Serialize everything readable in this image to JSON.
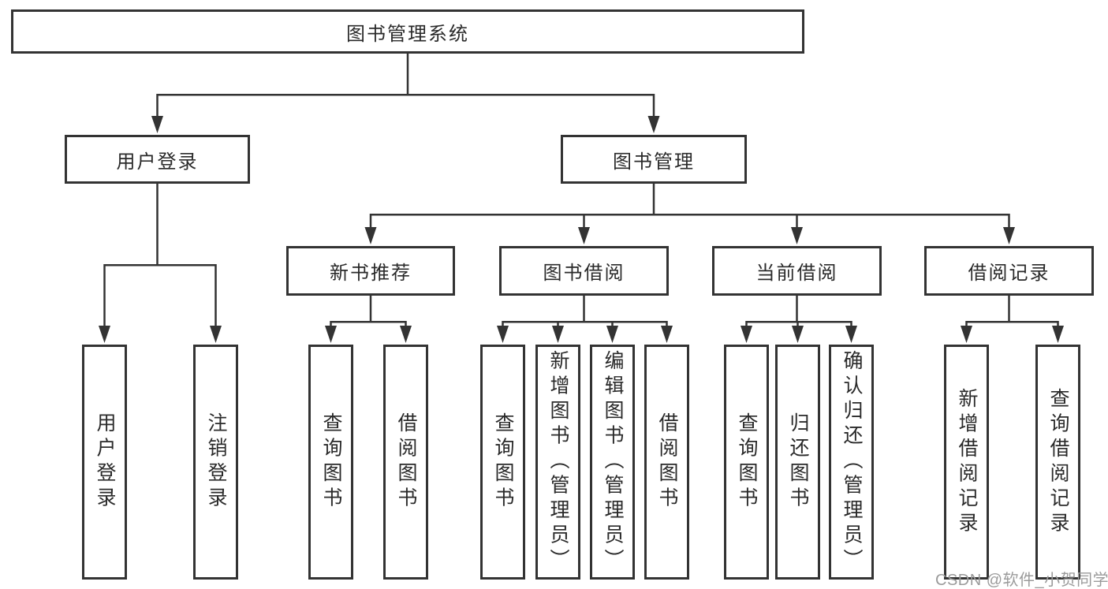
{
  "diagram": {
    "title": "图书管理系统",
    "colors": {
      "line": "#333333",
      "box_border": "#333333",
      "box_background": "#ffffff",
      "text": "#2a2a2a",
      "watermark_text": "#9b9b9b"
    },
    "nodes": {
      "root": {
        "label": "图书管理系统"
      },
      "user_login": {
        "label": "用户登录"
      },
      "book_mgmt": {
        "label": "图书管理"
      },
      "new_books": {
        "label": "新书推荐"
      },
      "book_borrow": {
        "label": "图书借阅"
      },
      "current_borrow": {
        "label": "当前借阅"
      },
      "borrow_records": {
        "label": "借阅记录"
      },
      "leaf_user_login": {
        "label": "用户登录"
      },
      "leaf_logout": {
        "label": "注销登录"
      },
      "leaf_query_books_1": {
        "label": "查询图书"
      },
      "leaf_borrow_books_1": {
        "label": "借阅图书"
      },
      "leaf_query_books_2": {
        "label": "查询图书"
      },
      "leaf_add_books": {
        "label": "新增图书（管理员）"
      },
      "leaf_edit_books": {
        "label": "编辑图书（管理员）"
      },
      "leaf_borrow_books_2": {
        "label": "借阅图书"
      },
      "leaf_query_books_3": {
        "label": "查询图书"
      },
      "leaf_return_books": {
        "label": "归还图书"
      },
      "leaf_confirm_return": {
        "label": "确认归还（管理员）"
      },
      "leaf_add_record": {
        "label": "新增借阅记录"
      },
      "leaf_query_record": {
        "label": "查询借阅记录"
      }
    },
    "edges": [
      [
        "root",
        "user_login"
      ],
      [
        "root",
        "book_mgmt"
      ],
      [
        "user_login",
        "leaf_user_login"
      ],
      [
        "user_login",
        "leaf_logout"
      ],
      [
        "book_mgmt",
        "new_books"
      ],
      [
        "book_mgmt",
        "book_borrow"
      ],
      [
        "book_mgmt",
        "current_borrow"
      ],
      [
        "book_mgmt",
        "borrow_records"
      ],
      [
        "new_books",
        "leaf_query_books_1"
      ],
      [
        "new_books",
        "leaf_borrow_books_1"
      ],
      [
        "book_borrow",
        "leaf_query_books_2"
      ],
      [
        "book_borrow",
        "leaf_add_books"
      ],
      [
        "book_borrow",
        "leaf_edit_books"
      ],
      [
        "book_borrow",
        "leaf_borrow_books_2"
      ],
      [
        "current_borrow",
        "leaf_query_books_3"
      ],
      [
        "current_borrow",
        "leaf_return_books"
      ],
      [
        "current_borrow",
        "leaf_confirm_return"
      ],
      [
        "borrow_records",
        "leaf_add_record"
      ],
      [
        "borrow_records",
        "leaf_query_record"
      ]
    ],
    "watermark": "CSDN @软件_小贺同学"
  }
}
